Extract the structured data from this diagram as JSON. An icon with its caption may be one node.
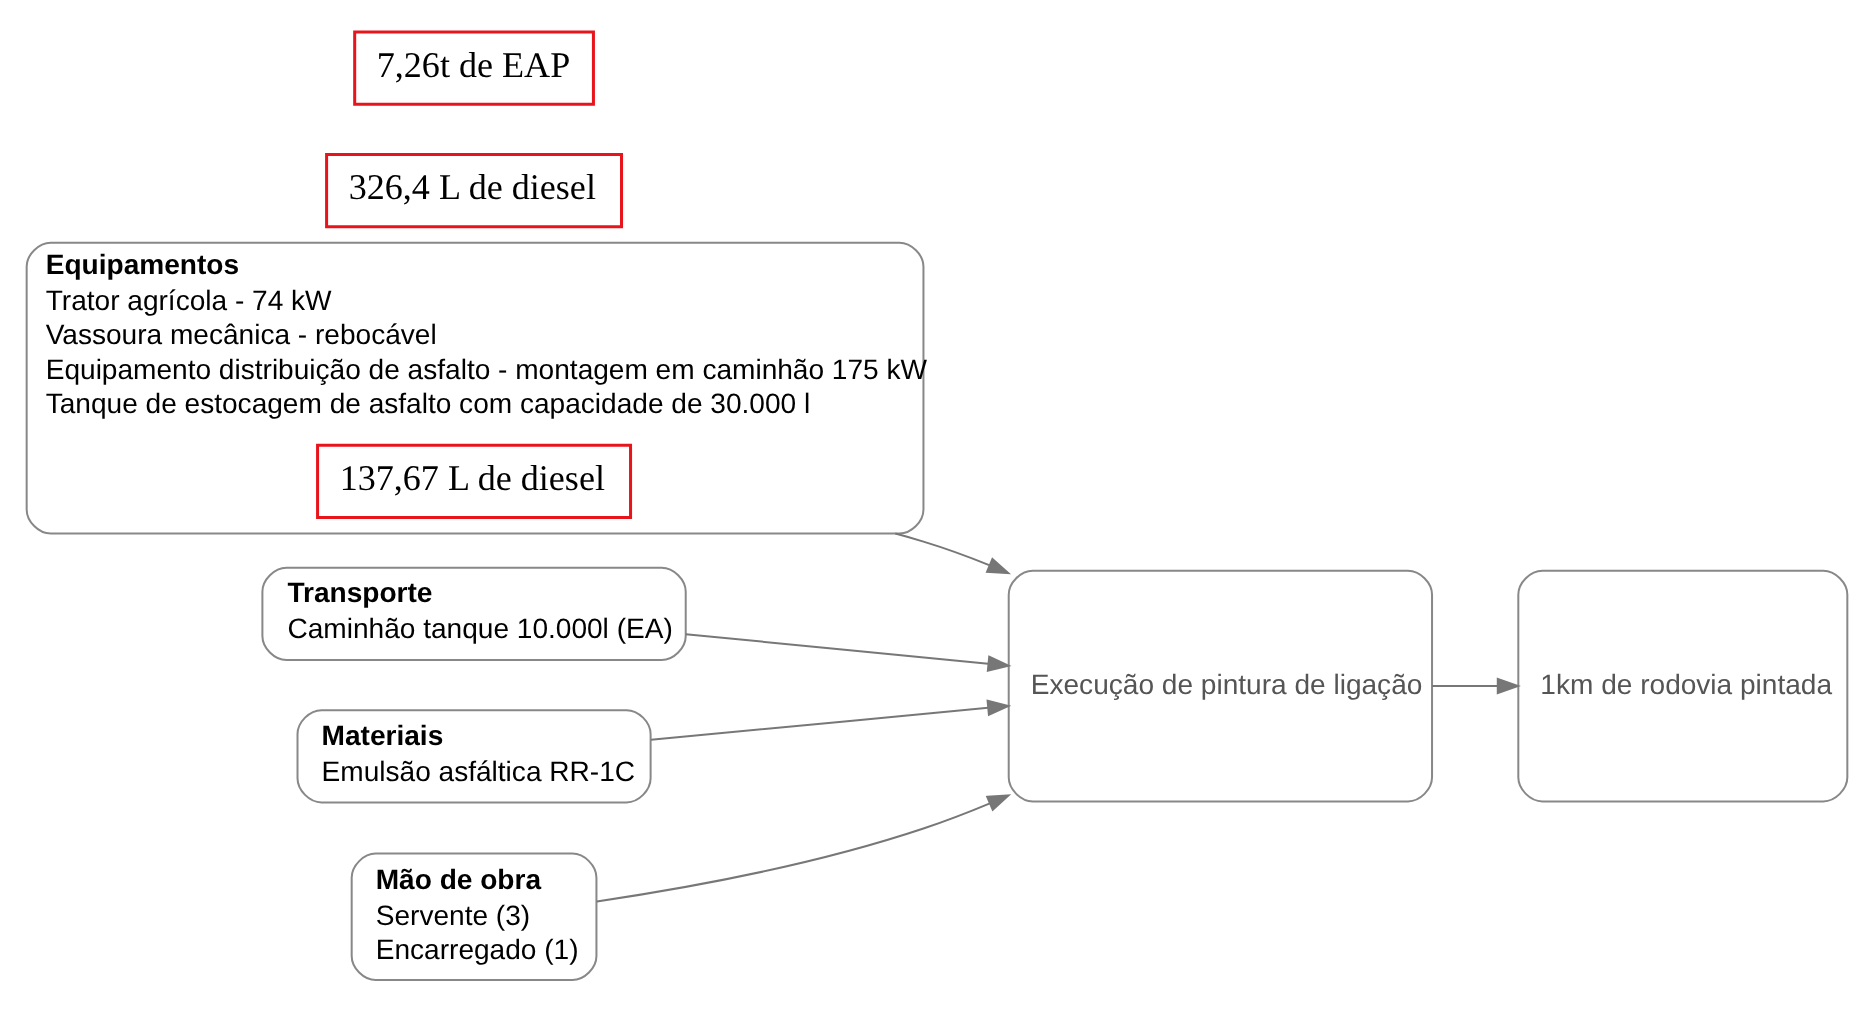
{
  "diagram": {
    "nodes": [
      {
        "text": [
          "Equipamentos",
          "Trator agrícola - 74 kW",
          "Vassoura mecânica - rebocável",
          "Equipamento distribuição de asfalto - montagem em caminhão 175 kW",
          "Tanque de estocagem de asfalto com capacidade de 30.000 l"
        ]
      },
      {
        "text": [
          "137,67 L de diesel"
        ],
        "in": 0
      },
      {
        "text": [
          "326,4 L de diesel"
        ]
      },
      {
        "text": [
          "Transporte",
          "Caminhão tanque 10.000l (EA)"
        ]
      },
      {
        "text": [
          "Materiais",
          "Emulsão asfáltica RR-1C"
        ]
      },
      {
        "text": [
          "Execução de pintura de ligação"
        ]
      },
      {
        "text": [
          "1km de rodovia pintada"
        ]
      },
      {
        "text": [
          "7,26t de EAP"
        ]
      },
      {
        "text": [
          "Mão de obra",
          "Servente (3)",
          "Encarregado (1)"
        ]
      }
    ],
    "edges": [
      {
        "from": 0,
        "to": 5,
        "arrow": "to"
      },
      {
        "from": 3,
        "to": 5,
        "arrow": "to"
      },
      {
        "from": 4,
        "to": 5,
        "arrow": "to"
      },
      {
        "from": 8,
        "to": 5,
        "arrow": "to"
      },
      {
        "from": 5,
        "to": 6,
        "arrow": "to"
      }
    ]
  }
}
